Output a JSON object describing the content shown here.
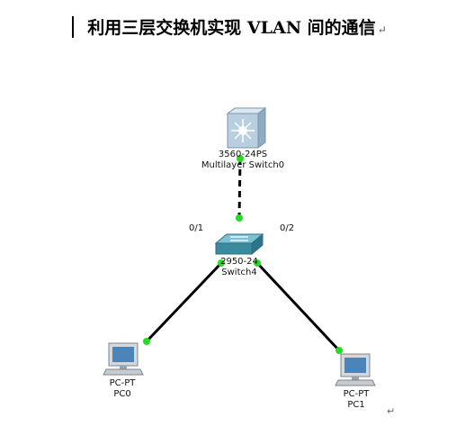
{
  "title": "利用三层交换机实现 VLAN 间的通信",
  "title_mark": "↵",
  "paragraph_mark": "↵",
  "devices": {
    "mlswitch": {
      "model": "3560-24PS",
      "name": "Multilayer Switch0"
    },
    "switch": {
      "model": "2950-24",
      "name": "Switch4"
    },
    "pc0": {
      "model": "PC-PT",
      "name": "PC0"
    },
    "pc1": {
      "model": "PC-PT",
      "name": "PC1"
    }
  },
  "ports": {
    "left": "0/1",
    "right": "0/2"
  },
  "colors": {
    "link": "#000000",
    "link_up": "#22dd22",
    "switch_body": "#3a8aa0",
    "pc_screen": "#4a84b8"
  }
}
